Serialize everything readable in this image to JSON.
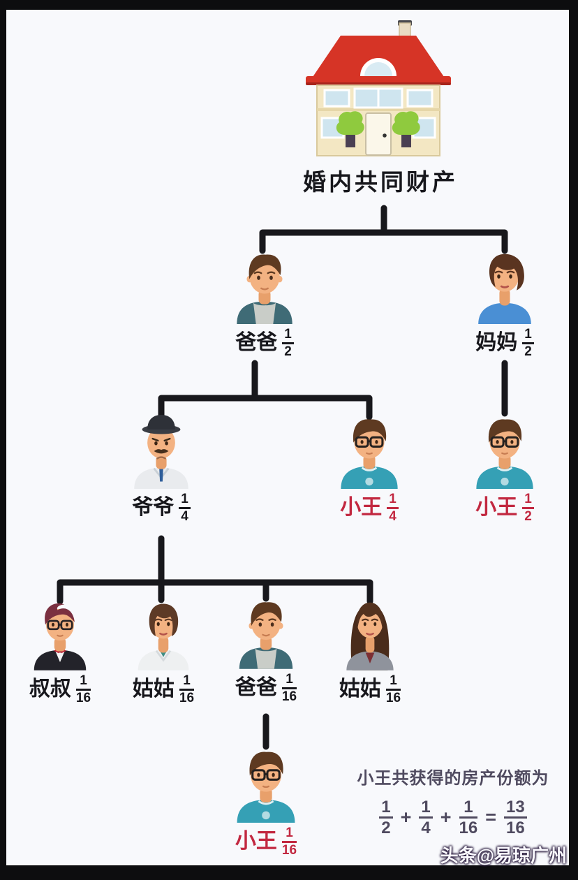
{
  "title": "婚内共同财产",
  "house_icon": "house-illustration",
  "nodes": [
    {
      "name": "爸爸",
      "num": "1",
      "den": "2",
      "color": "dark",
      "avatar": "father-avatar"
    },
    {
      "name": "妈妈",
      "num": "1",
      "den": "2",
      "color": "dark",
      "avatar": "mother-avatar"
    },
    {
      "name": "爷爷",
      "num": "1",
      "den": "4",
      "color": "dark",
      "avatar": "grandfather-avatar"
    },
    {
      "name": "小王",
      "num": "1",
      "den": "4",
      "color": "red",
      "avatar": "xiaowang-avatar"
    },
    {
      "name": "小王",
      "num": "1",
      "den": "2",
      "color": "red",
      "avatar": "xiaowang-avatar"
    },
    {
      "name": "叔叔",
      "num": "1",
      "den": "16",
      "color": "dark",
      "avatar": "uncle-avatar"
    },
    {
      "name": "姑姑",
      "num": "1",
      "den": "16",
      "color": "dark",
      "avatar": "aunt-doctor-avatar"
    },
    {
      "name": "爸爸",
      "num": "1",
      "den": "16",
      "color": "dark",
      "avatar": "father-avatar"
    },
    {
      "name": "姑姑",
      "num": "1",
      "den": "16",
      "color": "dark",
      "avatar": "aunt-long-hair-avatar"
    },
    {
      "name": "小王",
      "num": "1",
      "den": "16",
      "color": "red",
      "avatar": "xiaowang-avatar"
    }
  ],
  "summary": {
    "caption": "小王共获得的房产份额为",
    "terms": [
      {
        "num": "1",
        "den": "2"
      },
      {
        "num": "1",
        "den": "4"
      },
      {
        "num": "1",
        "den": "16"
      }
    ],
    "plus": "+",
    "equals": "=",
    "result": {
      "num": "13",
      "den": "16"
    }
  },
  "watermark": "头条@易琼广州",
  "colors": {
    "red_label": "#c22840",
    "dark_label": "#17171c",
    "connector_line": "#18181c",
    "summary_text": "#4f4a5f",
    "roof_red": "#d63426",
    "background": "#f8f9fc"
  }
}
